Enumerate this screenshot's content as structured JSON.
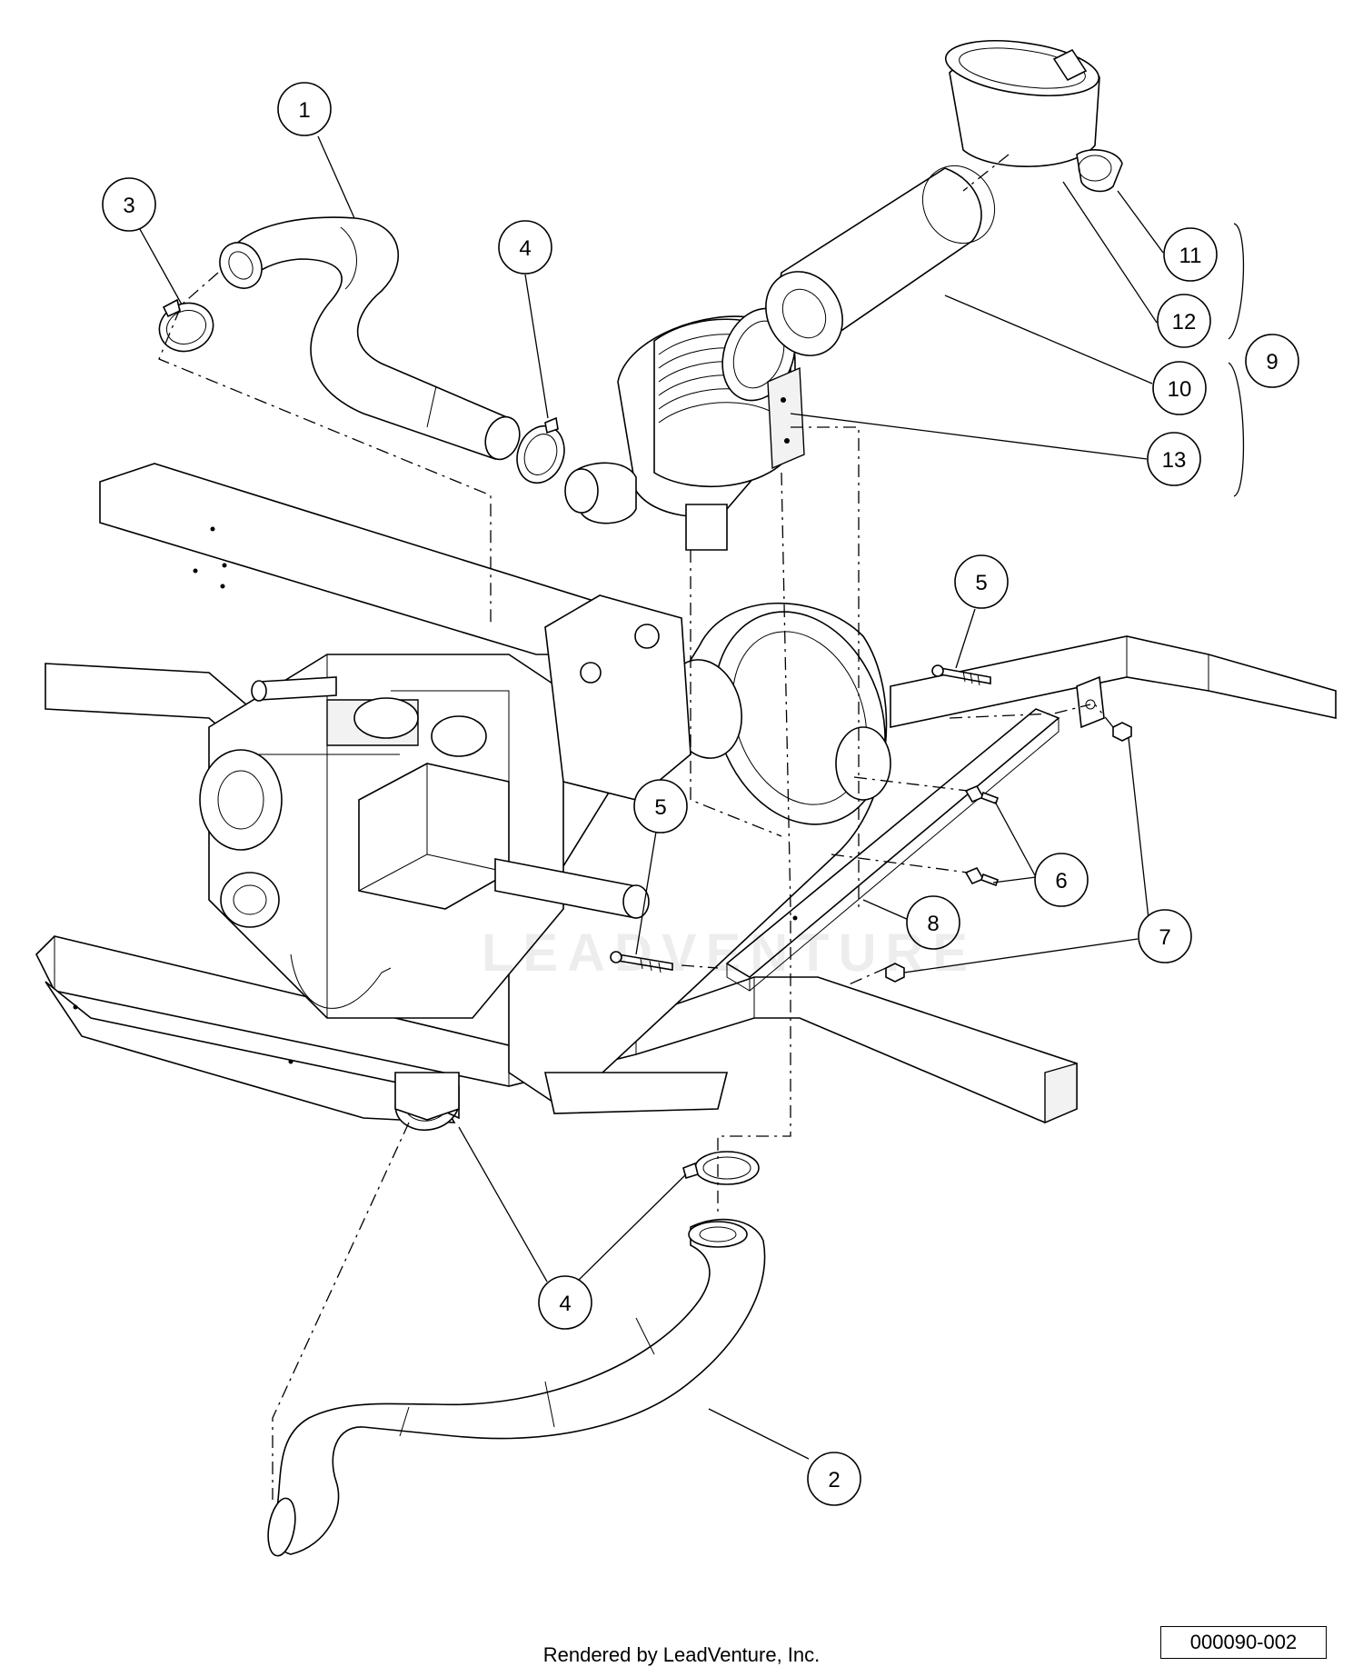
{
  "diagram": {
    "callouts": [
      {
        "id": "c1",
        "label": "1"
      },
      {
        "id": "c3",
        "label": "3"
      },
      {
        "id": "c4a",
        "label": "4"
      },
      {
        "id": "c11",
        "label": "11"
      },
      {
        "id": "c12",
        "label": "12"
      },
      {
        "id": "c10",
        "label": "10"
      },
      {
        "id": "c9",
        "label": "9"
      },
      {
        "id": "c13",
        "label": "13"
      },
      {
        "id": "c5a",
        "label": "5"
      },
      {
        "id": "c5b",
        "label": "5"
      },
      {
        "id": "c6",
        "label": "6"
      },
      {
        "id": "c8",
        "label": "8"
      },
      {
        "id": "c7",
        "label": "7"
      },
      {
        "id": "c4b",
        "label": "4"
      },
      {
        "id": "c2",
        "label": "2"
      }
    ],
    "watermark": "LEADVENTURE",
    "drawing_id": "000090-002",
    "credit": "Rendered by LeadVenture, Inc."
  }
}
